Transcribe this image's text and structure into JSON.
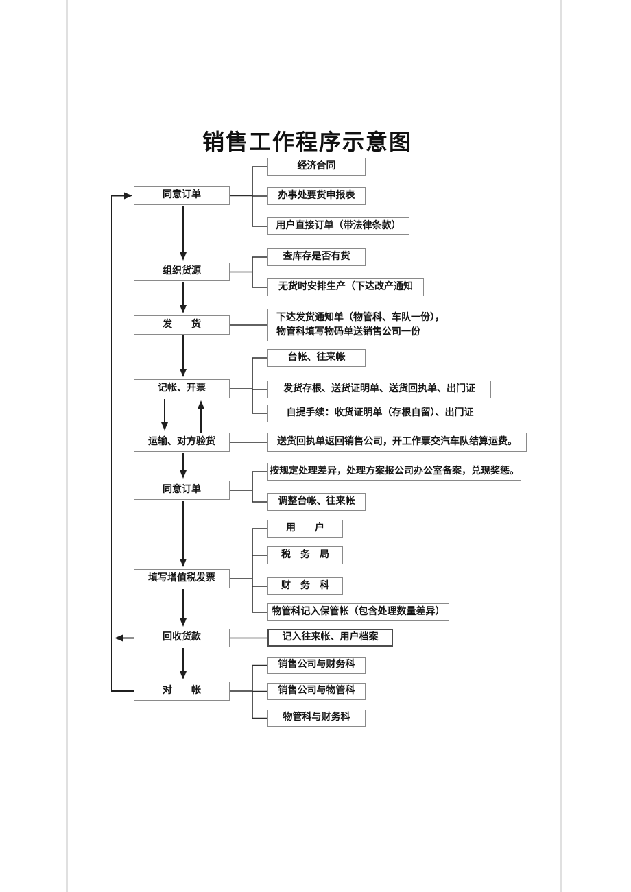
{
  "page": {
    "title": "销售工作程序示意图"
  },
  "colors": {
    "background": "#ffffff",
    "box_border": "#8a8a8a",
    "line": "#1f1f1f",
    "text": "#141414"
  },
  "flow": {
    "steps": [
      {
        "label": "同意订单",
        "outputs": [
          "经济合同",
          "办事处要货申报表",
          "用户直接订单（带法律条款）"
        ]
      },
      {
        "label": "组织货源",
        "outputs": [
          "查库存是否有货",
          "无货时安排生产（下达改产通知"
        ]
      },
      {
        "label": "发　　货",
        "outputs": [
          "下达发货通知单（物管科、车队一份），\n物管科填写物码单送销售公司一份"
        ]
      },
      {
        "label": "记帐、开票",
        "outputs": [
          "台帐、往来帐",
          "发货存根、送货证明单、送货回执单、出门证",
          "自提手续：收货证明单（存根自留）、出门证"
        ]
      },
      {
        "label": "运输、对方验货",
        "outputs": [
          "送货回执单返回销售公司，开工作票交汽车队结算运费。"
        ]
      },
      {
        "label": "同意订单",
        "outputs": [
          "按规定处理差异，处理方案报公司办公室备案，兑现奖惩。",
          "调整台帐、往来帐"
        ]
      },
      {
        "label": "填写增值税发票",
        "outputs": [
          "用　　户",
          "税　务　局",
          "财　务　科",
          "物管科记入保管帐（包含处理数量差异）"
        ]
      },
      {
        "label": "回收货款",
        "outputs": [
          "记入往来帐、用户档案"
        ]
      },
      {
        "label": "对　　帐",
        "outputs": [
          "销售公司与财务科",
          "销售公司与物管科",
          "物管科与财务科"
        ]
      }
    ]
  }
}
